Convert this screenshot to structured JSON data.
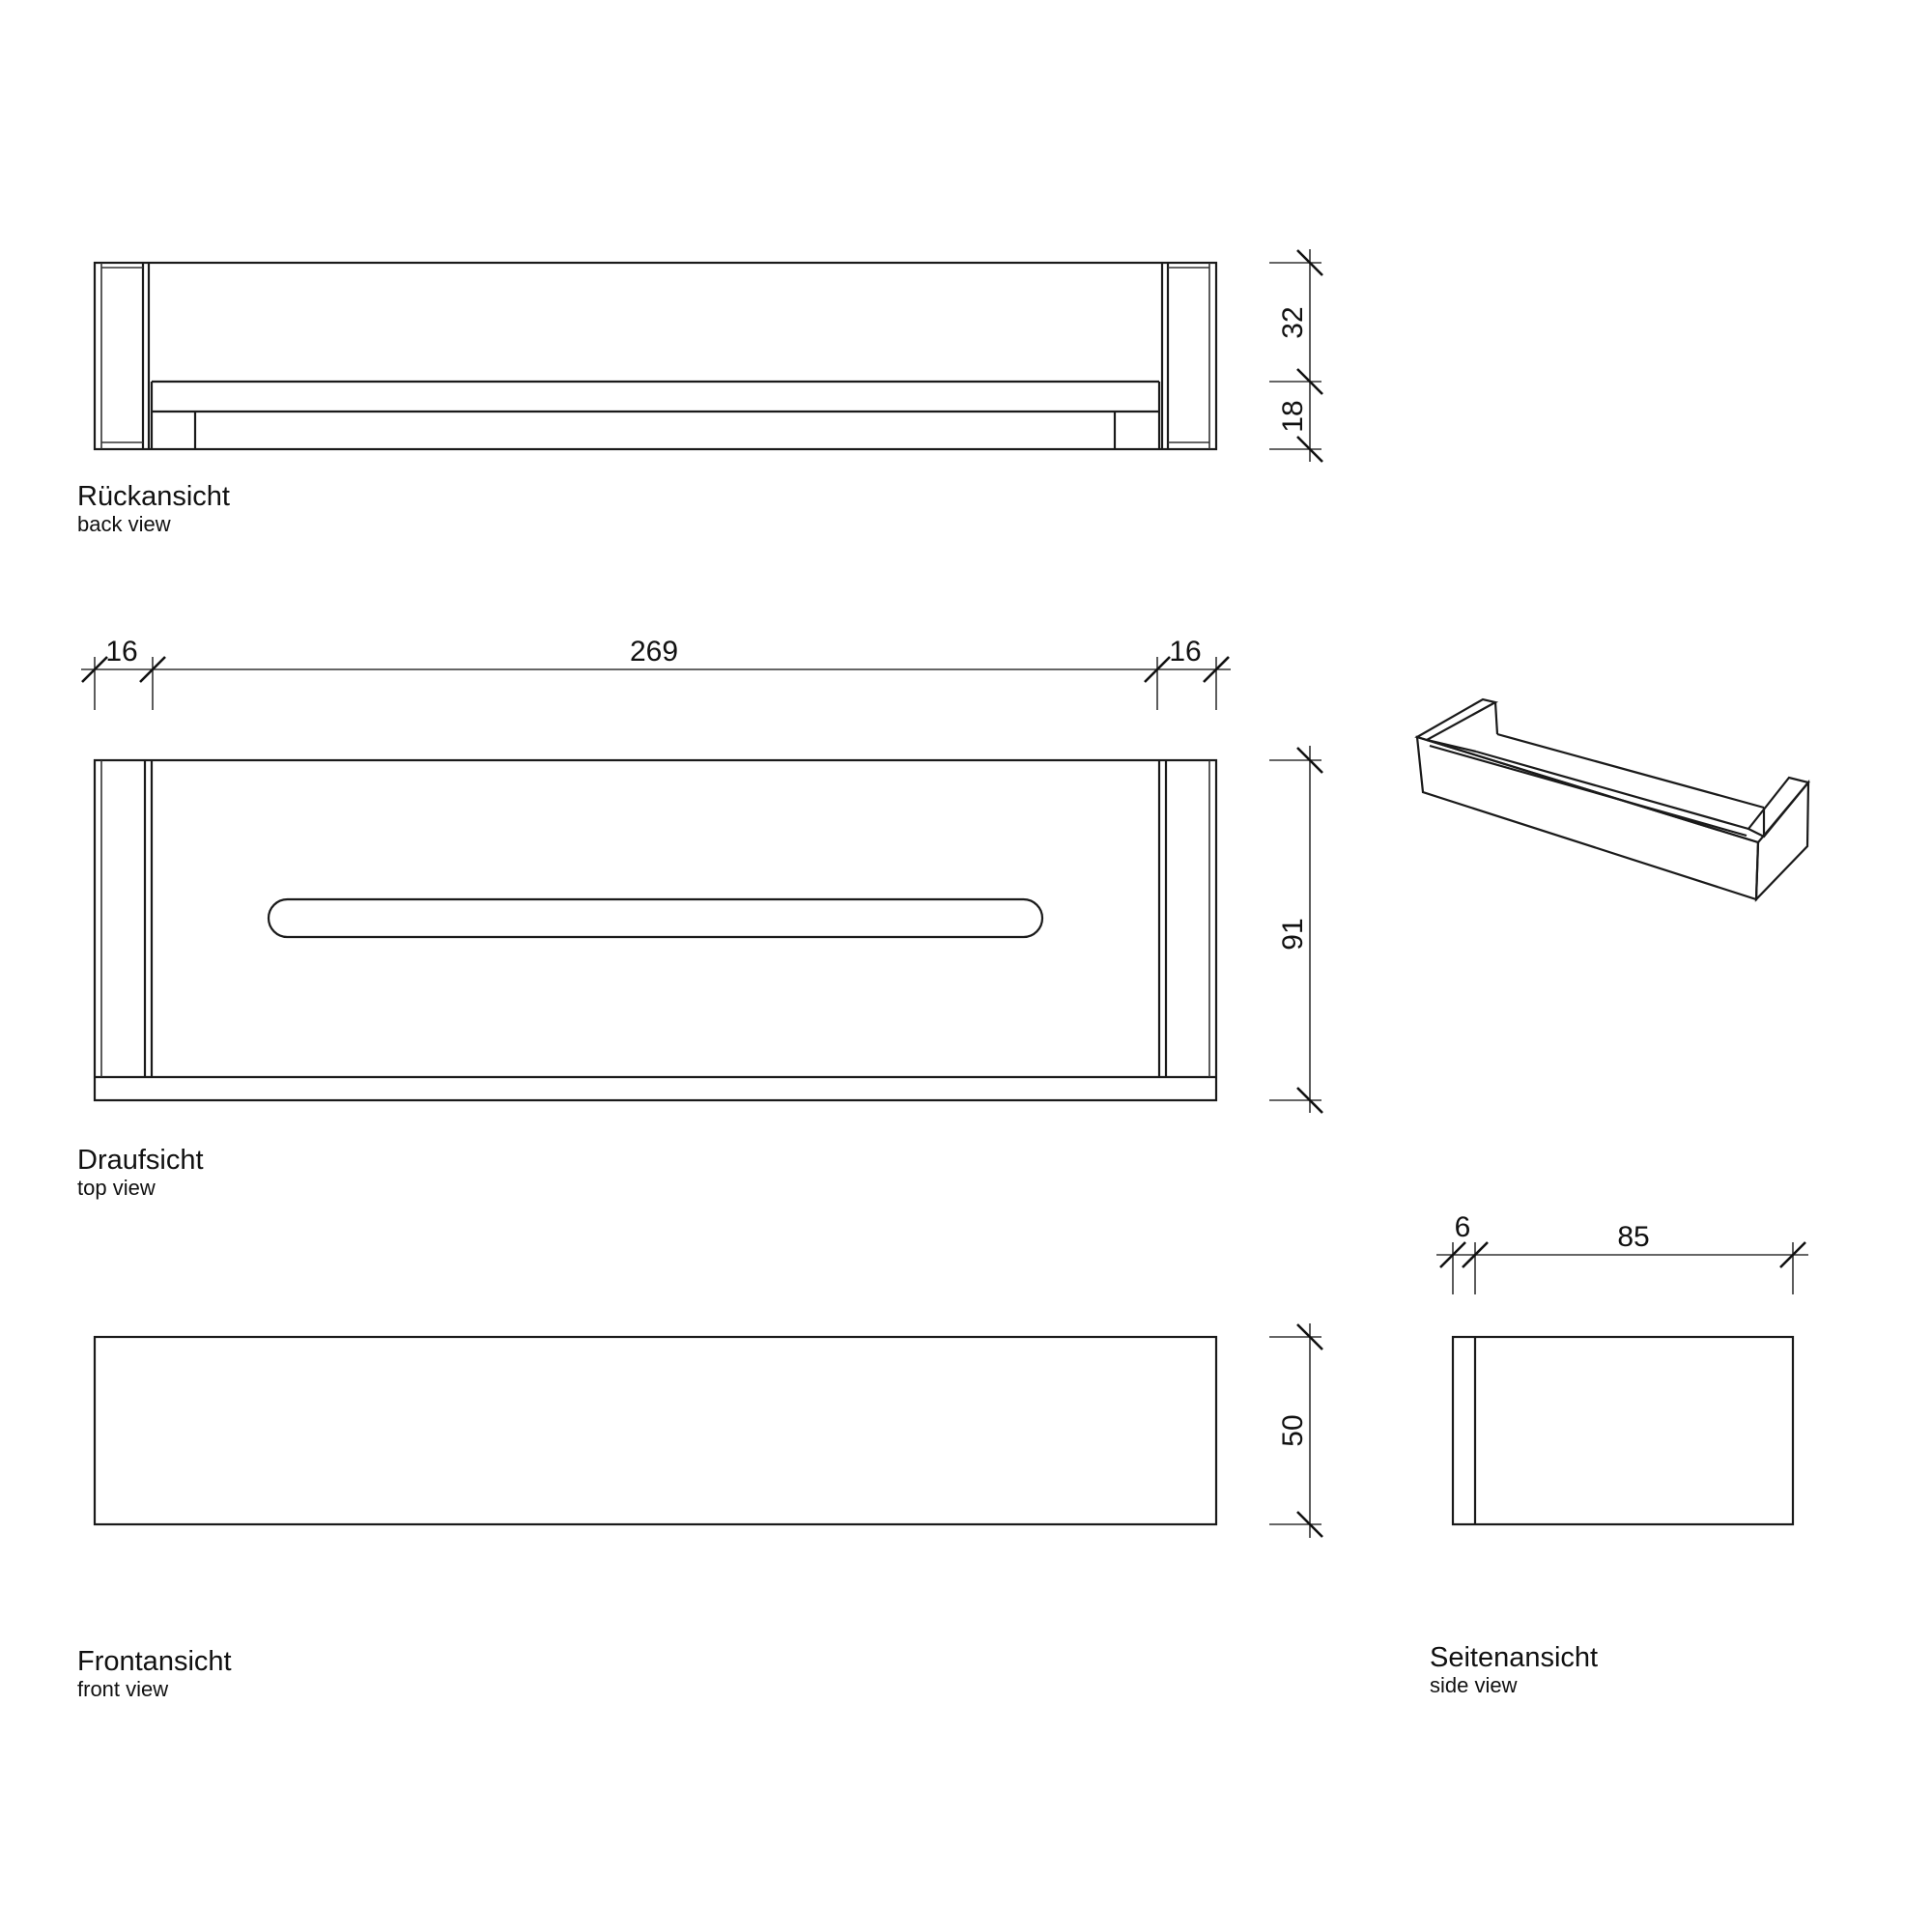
{
  "views": {
    "back": {
      "label_de": "Rückansicht",
      "label_en": "back view"
    },
    "top": {
      "label_de": "Draufsicht",
      "label_en": "top view"
    },
    "front": {
      "label_de": "Frontansicht",
      "label_en": "front view"
    },
    "side": {
      "label_de": "Seitenansicht",
      "label_en": "side view"
    }
  },
  "dimensions": {
    "back_upper_height": "32",
    "back_lower_height": "18",
    "top_left_end_width": "16",
    "top_inner_width": "269",
    "top_right_end_width": "16",
    "top_depth": "91",
    "front_height": "50",
    "side_wall_thickness": "6",
    "side_depth": "85"
  },
  "style": {
    "line_color": "#1a1a1a",
    "background": "#ffffff"
  }
}
